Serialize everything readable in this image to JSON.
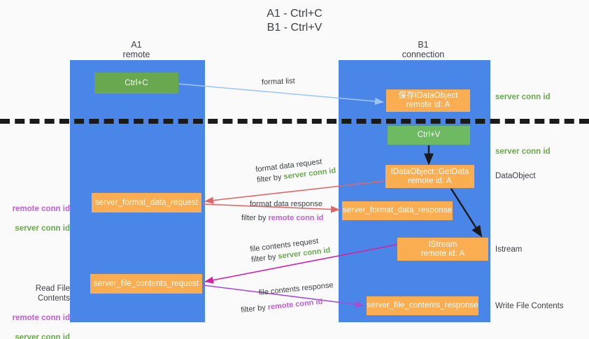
{
  "title": "A1 - Ctrl+C\nB1 - Ctrl+V",
  "columns": {
    "left": {
      "name": "A1",
      "role": "remote",
      "label": "A1\nremote"
    },
    "right": {
      "name": "B1",
      "role": "connection",
      "label": "B1\nconnection"
    }
  },
  "nodes": {
    "ctrl_c": "Ctrl+C",
    "save_idataobject": "保存IDataObject\nremote id: A",
    "ctrl_v": "Ctrl+V",
    "getdata": "IDataObject::GetData\nremote id: A",
    "server_format_data_request": "server_format_data_request",
    "server_format_data_response": "server_format_data_response",
    "istream": "IStream\nremote id: A",
    "server_file_contents_request": "server_file_contents_request",
    "server_file_contents_response": "server_file_contents_response"
  },
  "arrow_labels": {
    "format_list": "format list",
    "format_data_request": "format data request",
    "format_data_request_filter_prefix": "filter by ",
    "format_data_request_filter_value": "server conn id",
    "format_data_response": "format data response",
    "format_data_response_filter_prefix": "filter by ",
    "format_data_response_filter_value": "remote conn id",
    "file_contents_request": "file contents request",
    "file_contents_request_filter_prefix": "filter by ",
    "file_contents_request_filter_value": "server conn id",
    "file_contents_response": "file contents response",
    "file_contents_response_filter_prefix": "filter by ",
    "file_contents_response_filter_value": "remote conn id"
  },
  "annotations": {
    "server_conn_id_top": "server conn id",
    "server_conn_id_second": "server conn id",
    "dataobject": "DataObject",
    "istream": "Istream",
    "write_file_contents": "Write File Contents",
    "read_file_contents": "Read File Contents",
    "remote_conn_id": "remote conn id",
    "server_conn_id": "server conn id"
  },
  "colors": {
    "lane_blue": "#4a86e8",
    "node_green": "#6aa84f",
    "node_orange": "#fbad51",
    "server_conn_green": "#6aa84f",
    "remote_conn_purple": "#c061d6",
    "arrow_lightblue": "#9fc5f8",
    "arrow_red": "#e06666",
    "arrow_magenta": "#d6219e",
    "arrow_purple": "#a64dd6",
    "arrow_black": "#1a1a1a",
    "background": "#fafafa"
  }
}
